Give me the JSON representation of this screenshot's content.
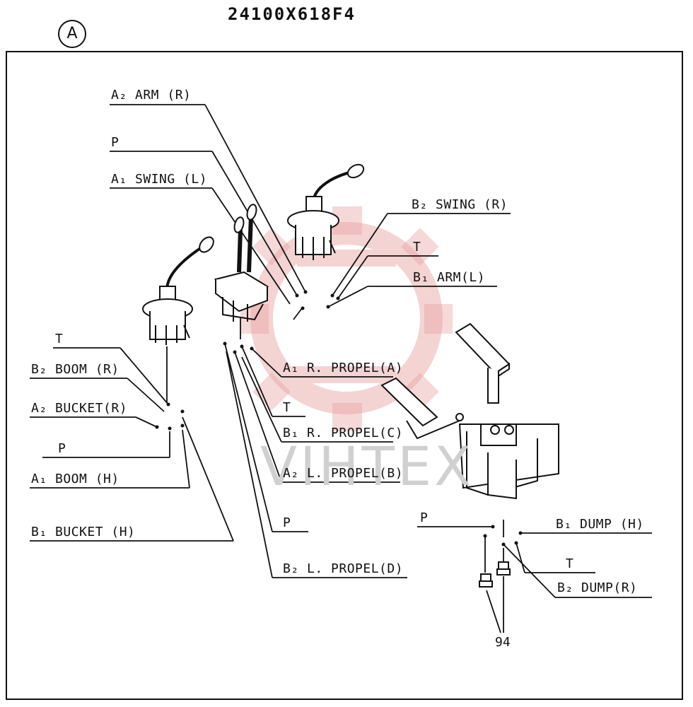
{
  "header": {
    "part_number": "24100X618F4",
    "view_marker": "A"
  },
  "watermark": "VIHTEX",
  "callout_number": "94",
  "labels": {
    "a2_arm_r": "A₂ ARM (R)",
    "p_top": "P",
    "a1_swing_l": "A₁ SWING (L)",
    "b2_swing_r": "B₂ SWING (R)",
    "t_top": "T",
    "b1_arm_l": "B₁ ARM(L)",
    "t_left": "T",
    "b2_boom_r": "B₂ BOOM (R)",
    "a2_bucket_r": "A₂ BUCKET(R)",
    "p_left": "P",
    "a1_boom_h": "A₁ BOOM (H)",
    "b1_bucket_h": "B₁ BUCKET (H)",
    "a1_r_propel_a": "A₁ R. PROPEL(A)",
    "t_mid": "T",
    "b1_r_propel_c": "B₁ R. PROPEL(C)",
    "a2_l_propel_b": "A₂ L. PROPEL(B)",
    "p_mid": "P",
    "b2_l_propel_d": "B₂ L. PROPEL(D)",
    "p_dump": "P",
    "b1_dump_h": "B₁ DUMP (H)",
    "t_dump": "T",
    "b2_dump_r": "B₂ DUMP(R)"
  },
  "colors": {
    "ink": "#111111",
    "watermark_red": "#e8a0a0",
    "watermark_gray": "#d0d0d0"
  }
}
